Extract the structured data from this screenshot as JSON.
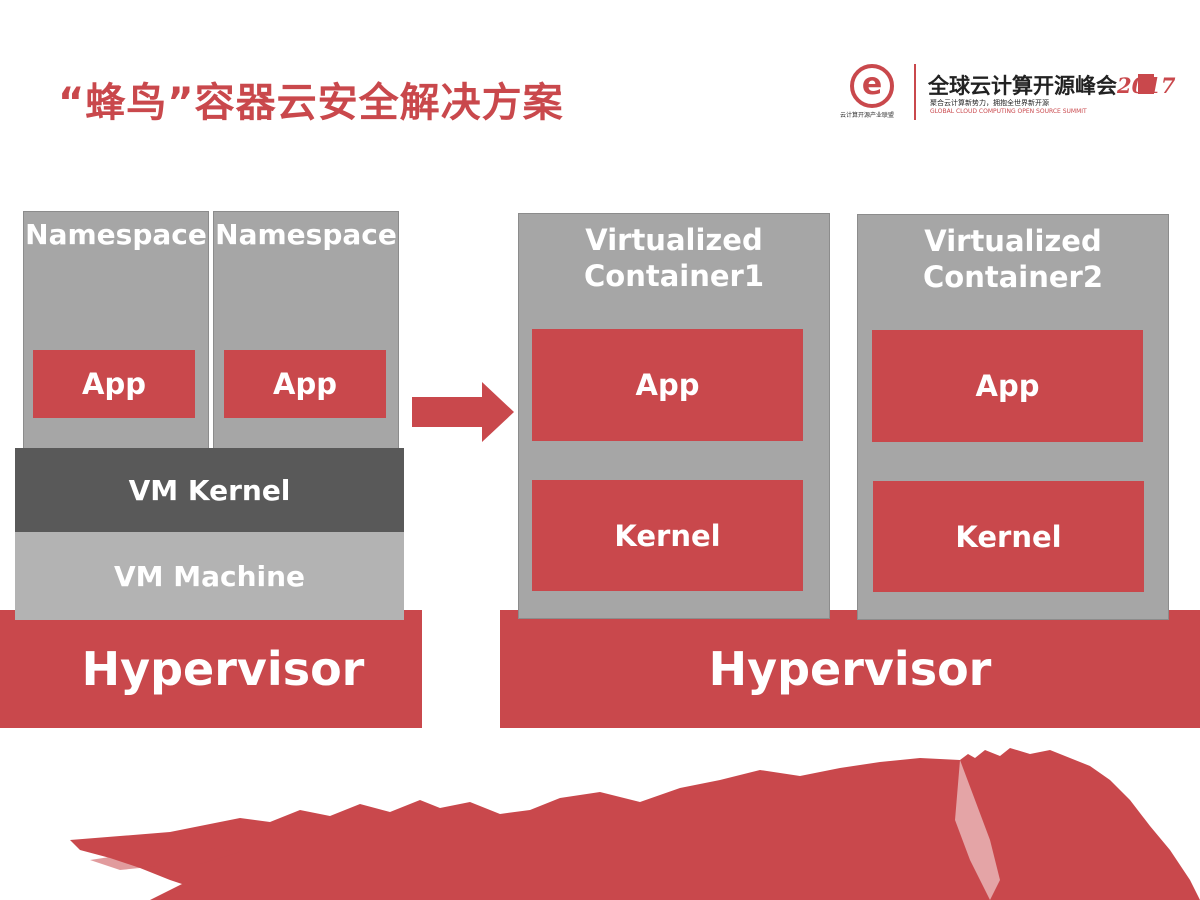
{
  "slide": {
    "title": "“蜂鸟”容器云安全解决方案"
  },
  "logo": {
    "mark": "e",
    "org_text": "云计算开源产业联盟",
    "name": "全球云计算开源峰会",
    "year": "2017",
    "tagline": "聚合云计算新势力，拥抱全世界新开源",
    "tagline_en": "GLOBAL CLOUD COMPUTING OPEN SOURCE SUMMIT"
  },
  "left_stack": {
    "namespaces": [
      {
        "label": "Namespace",
        "app": "App"
      },
      {
        "label": "Namespace",
        "app": "App"
      }
    ],
    "vm_kernel": "VM Kernel",
    "vm_machine": "VM Machine",
    "hypervisor": "Hypervisor"
  },
  "right_stack": {
    "containers": [
      {
        "label": "Virtualized Container1",
        "app": "App",
        "kernel": "Kernel"
      },
      {
        "label": "Virtualized Container2",
        "app": "App",
        "kernel": "Kernel"
      }
    ],
    "hypervisor": "Hypervisor"
  },
  "colors": {
    "accent_red": "#c9484c",
    "grey": "#a6a6a6",
    "dark_grey": "#595959",
    "mid_grey": "#b3b3b3"
  },
  "icons": {
    "arrow": "right-arrow-icon",
    "decor": "great-wall-silhouette"
  }
}
